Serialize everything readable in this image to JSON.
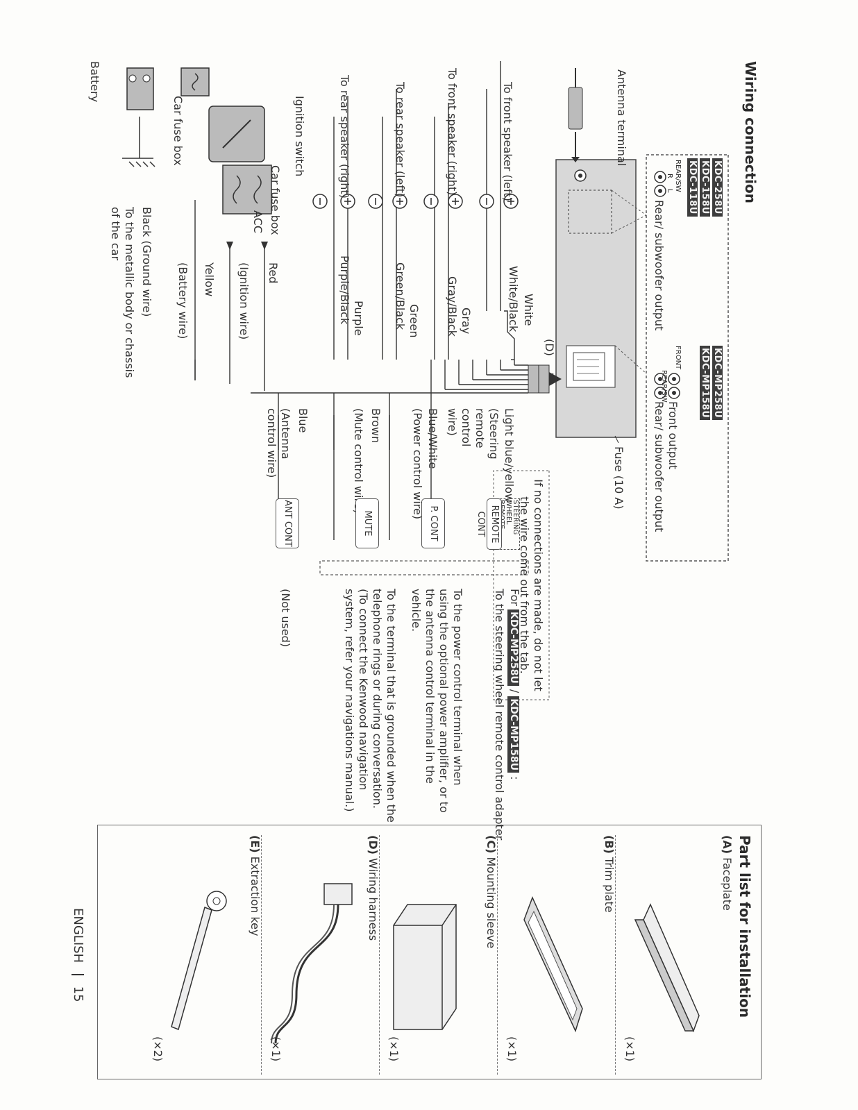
{
  "wiring": {
    "title": "Wiring connection",
    "models_top": [
      "KDC-258U",
      "KDC-158U",
      "KDC-118U"
    ],
    "models_mid": [
      "KDC-MP258U",
      "KDC-MP158U"
    ],
    "rear_sw_small": "REAR/SW",
    "front_small": "FRONT",
    "r_small": "R",
    "l_small": "L",
    "antenna_terminal": "Antenna terminal",
    "rear_sub_output": "Rear/ subwoofer output",
    "front_output": "Front output",
    "fuse": "Fuse (10 A)",
    "harness_label": "(D)",
    "tab_note": "If no connections are made, do not let the wire come out from the tab.",
    "speakers": [
      {
        "label": "To front speaker (left)",
        "pos_wire": "White",
        "neg_wire": "White/Black"
      },
      {
        "label": "To front speaker (right)",
        "pos_wire": "Gray",
        "neg_wire": "Gray/Black"
      },
      {
        "label": "To rear speaker (left)",
        "pos_wire": "Green",
        "neg_wire": "Green/Black"
      },
      {
        "label": "To rear speaker (right)",
        "pos_wire": "Purple",
        "neg_wire": "Purple/Black"
      }
    ],
    "plus": "+",
    "minus": "−",
    "ignition_switch": "Ignition switch",
    "car_fuse_box_1": "Car fuse box",
    "acc": "ACC",
    "car_fuse_box_2": "Car fuse box",
    "battery": "Battery",
    "red": "Red",
    "ignition_wire": "(Ignition wire)",
    "yellow": "Yellow",
    "battery_wire": "(Battery wire)",
    "black": "Black (Ground wire)",
    "ground_target": "To the metallic body or chassis of the car",
    "light_blue_yellow": "Light blue/yellow",
    "steering_remote": "(Steering remote control wire)",
    "steering_wheel_small": "STEERING WHEEL REMOTE INPUT",
    "remote_cont": "REMOTE CONT",
    "blue_white": "Blue/White",
    "power_control_wire": "(Power control wire)",
    "p_cont": "P. CONT",
    "brown": "Brown",
    "mute_wire": "(Mute control wire)",
    "mute": "MUTE",
    "blue": "Blue",
    "antenna_control_wire": "(Antenna control wire)",
    "ant_cont": "ANT CONT",
    "not_used": "(Not used)",
    "for_prefix": "For",
    "for_models": [
      "KDC-MP258U",
      "KDC-MP158U"
    ],
    "steering_desc": "To the steering wheel remote control adapter",
    "power_desc": "To the power control terminal when using the optional power amplifier, or to the antenna control terminal in the vehicle.",
    "mute_desc": "To the terminal that is grounded when the telephone rings or during conversation. (To connect the Kenwood navigation system, refer your navigations manual.)"
  },
  "parts": {
    "title": "Part list for installation",
    "items": [
      {
        "id": "(A)",
        "name": "Faceplate",
        "qty": "(×1)"
      },
      {
        "id": "(B)",
        "name": "Trim plate",
        "qty": "(×1)"
      },
      {
        "id": "(C)",
        "name": "Mounting sleeve",
        "qty": "(×1)"
      },
      {
        "id": "(D)",
        "name": "Wiring harness",
        "qty": "(×1)"
      },
      {
        "id": "(E)",
        "name": "Extraction key",
        "qty": "(×2)"
      }
    ]
  },
  "footer": {
    "language": "ENGLISH",
    "page": "15"
  }
}
